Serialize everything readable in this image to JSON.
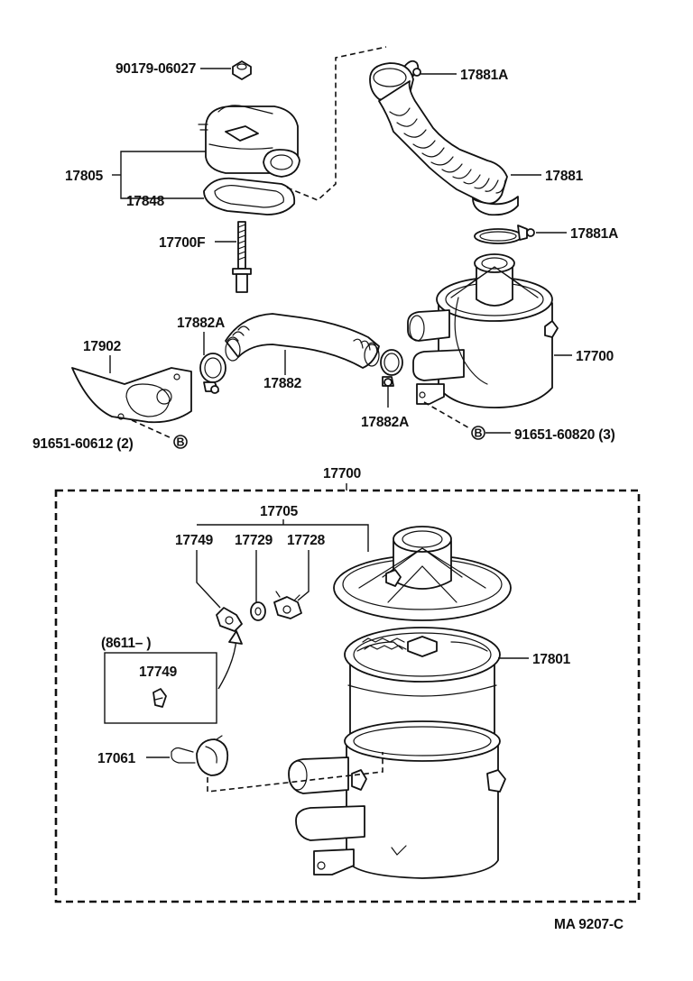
{
  "labels": {
    "p90179": "90179-06027",
    "p17881a_top": "17881A",
    "p17805": "17805",
    "p17881": "17881",
    "p17848": "17848",
    "p17881a_mid": "17881A",
    "p17700f": "17700F",
    "p17882a_left": "17882A",
    "p17902": "17902",
    "p17700_right": "17700",
    "p17882": "17882",
    "p17882a_right": "17882A",
    "p91651_612": "91651-60612 (2)",
    "p91651_820": "91651-60820 (3)",
    "bolt_symbol": "B",
    "p17700_box": "17700",
    "p17705": "17705",
    "p17749": "17749",
    "p17729": "17729",
    "p17728": "17728",
    "p17801": "17801",
    "inset_range": "(8611–        )",
    "inset_17749": "17749",
    "p17061": "17061",
    "footer_code": "MA  9207-C"
  }
}
